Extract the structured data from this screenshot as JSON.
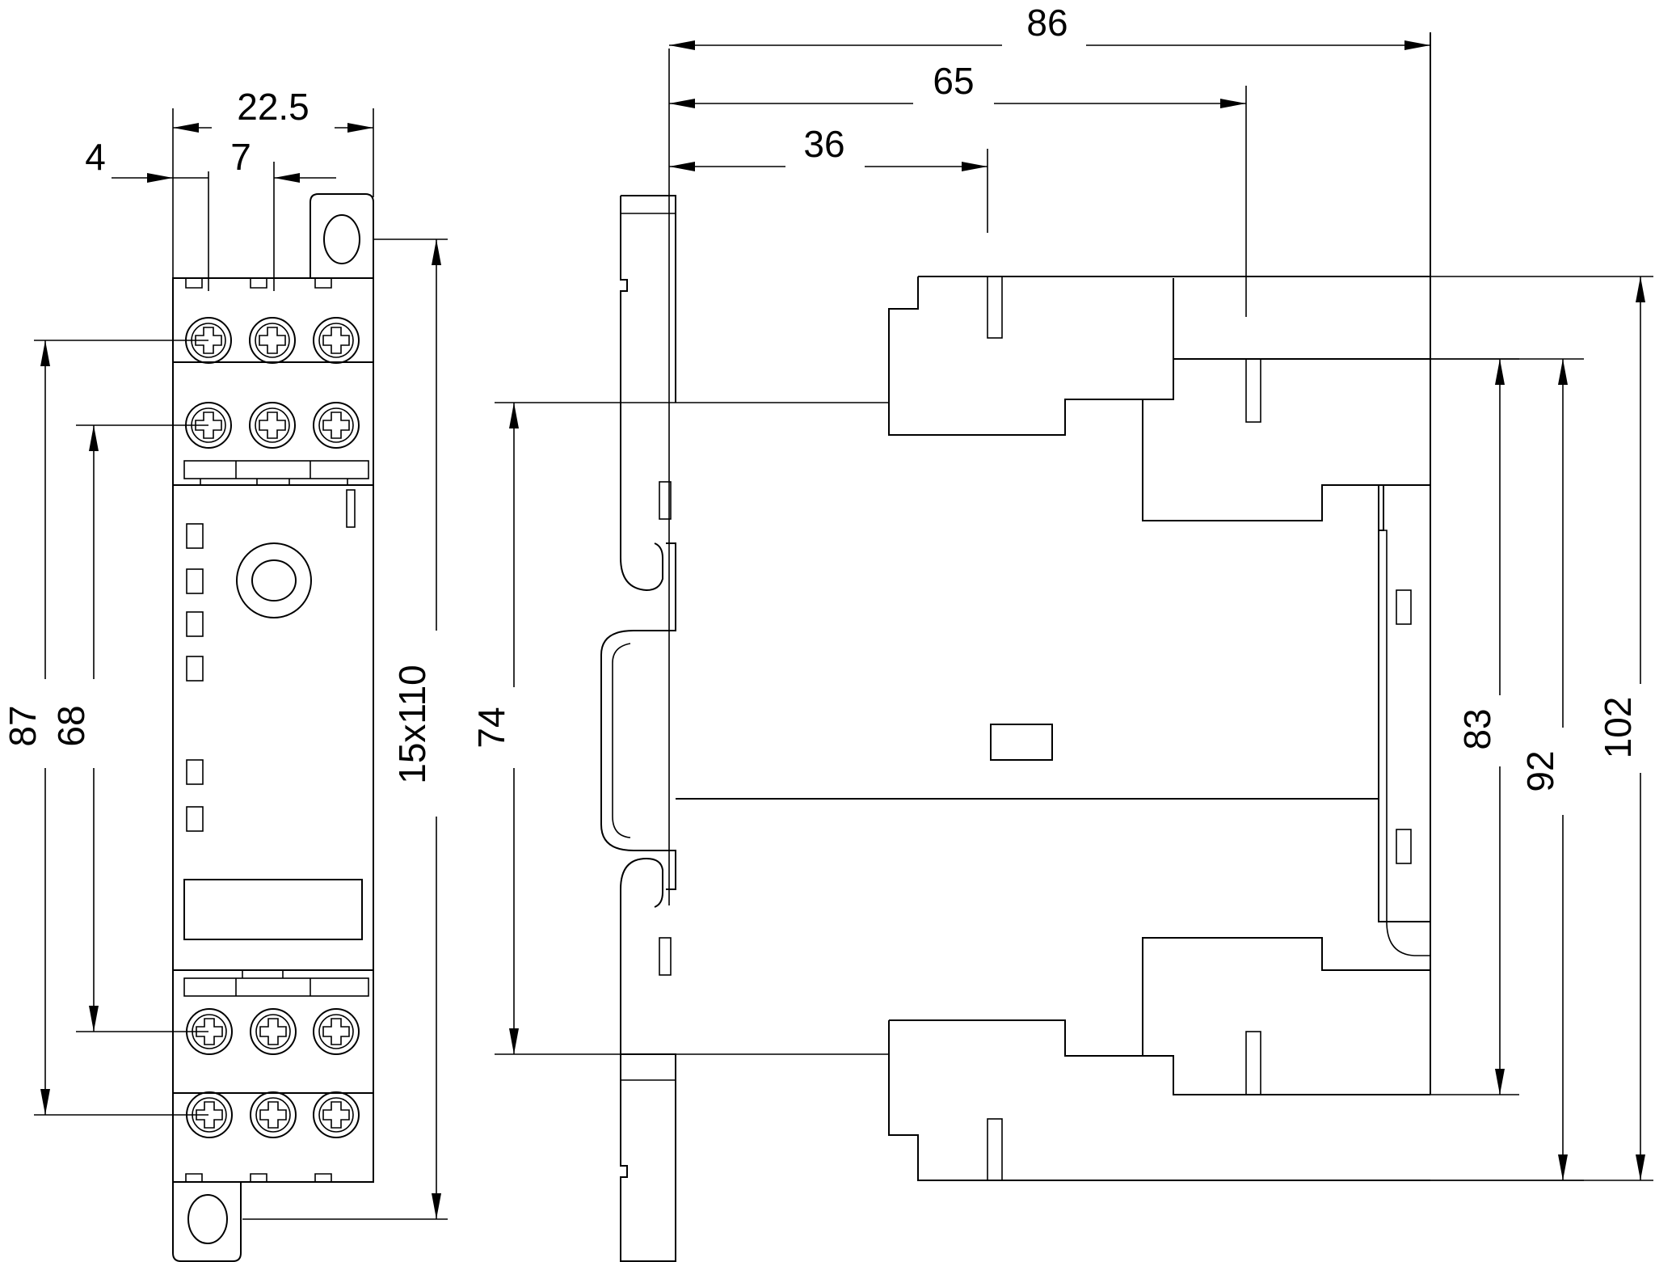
{
  "dimensions": {
    "front_width": "22.5",
    "front_offset": "4",
    "front_pitch": "7",
    "front_height": "15x110",
    "front_pitch_87": "87",
    "front_pitch_68": "68",
    "side_depth_86": "86",
    "side_depth_65": "65",
    "side_depth_36": "36",
    "side_rail_74": "74",
    "side_height_83": "83",
    "side_height_92": "92",
    "side_height_102": "102"
  }
}
